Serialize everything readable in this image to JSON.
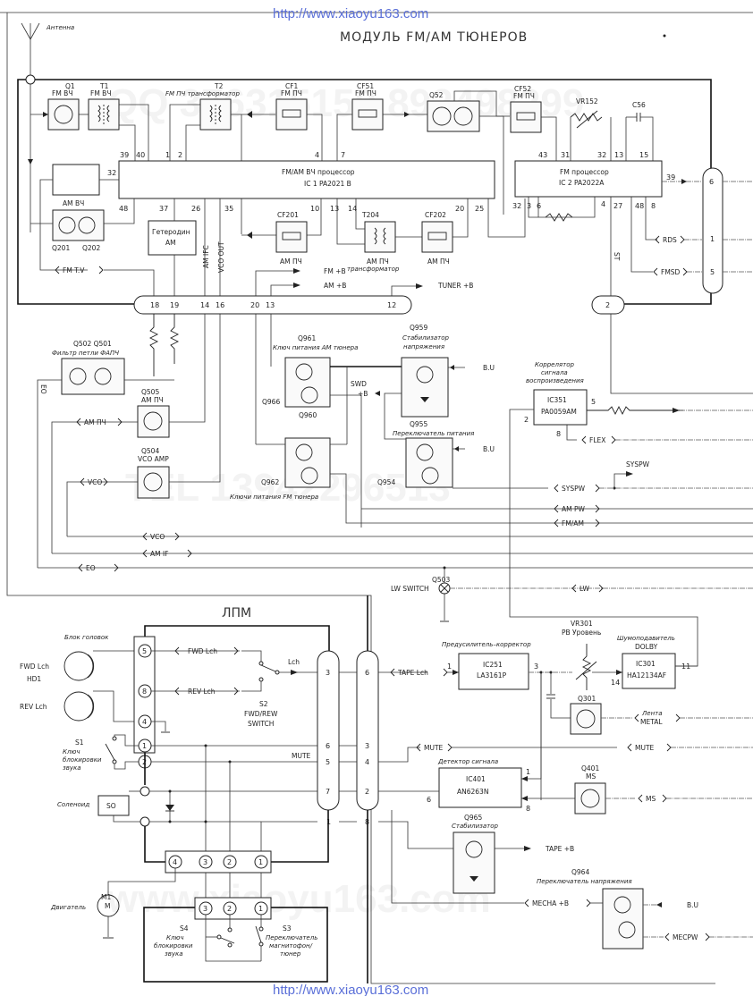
{
  "watermark": {
    "top_url": "http://www.xiaoyu163.com",
    "bottom_url": "http://www.xiaoyu163.com",
    "ghost_texts": [
      "QQ 376315150 892498299",
      "TEL 13942296513",
      "www.xiaoyu163.com"
    ]
  },
  "header": {
    "title": "МОДУЛЬ FM/AM ТЮНЕРОВ",
    "antenna_label": "Антенна"
  },
  "tuner": {
    "q1": {
      "ref": "Q1",
      "desc": "FM ВЧ"
    },
    "t1": {
      "ref": "T1",
      "desc": "FM ВЧ"
    },
    "t2": {
      "ref": "T2",
      "desc": "FM ПЧ трансформатор"
    },
    "cf1": {
      "ref": "CF1",
      "desc": "FM ПЧ"
    },
    "cf51": {
      "ref": "CF51",
      "desc": "FM ПЧ"
    },
    "q52": {
      "ref": "Q52"
    },
    "cf52": {
      "ref": "CF52",
      "desc": "FM ПЧ"
    },
    "vr152": {
      "ref": "VR152"
    },
    "c56": {
      "ref": "C56"
    },
    "ic1": {
      "name": "FM/AM ВЧ процессор",
      "part": "IC 1   PA2021 B",
      "pins_top": [
        "39",
        "40",
        "1",
        "2",
        "4",
        "7"
      ],
      "pins_left": [
        "32",
        "48"
      ],
      "pins_bottom": [
        "37",
        "26",
        "35",
        "10",
        "13",
        "14",
        "20",
        "25"
      ]
    },
    "ic2": {
      "name": "FM процессор",
      "part": "IC 2   PA2022A",
      "pins_top": [
        "43",
        "31",
        "32",
        "13",
        "15"
      ],
      "pins_right": [
        "39"
      ],
      "pins_bottom": [
        "32",
        "3",
        "6",
        "4",
        "27",
        "48",
        "8"
      ]
    },
    "am_rf": {
      "desc": "AM  ВЧ"
    },
    "q201": {
      "ref": "Q201"
    },
    "q202": {
      "ref": "Q202"
    },
    "am_osc": {
      "line1": "Гетеродин",
      "line2": "AM"
    },
    "cf201": {
      "ref": "CF201",
      "desc": "AM  ПЧ"
    },
    "t204": {
      "ref": "T204",
      "desc": "AM  ПЧ",
      "desc2": "трансформатор"
    },
    "cf202": {
      "ref": "CF202",
      "desc": "AM  ПЧ"
    },
    "signals": {
      "am_ifc": "AM IFC",
      "vco_out": "VCO OUT",
      "fm_tv": "FM T.V",
      "fm_b": "FM  +B",
      "am_b": "AM  +B",
      "tuner_b": "TUNER  +B",
      "st": "ST",
      "rds": "RDS",
      "fmsd": "FMSD"
    },
    "connector_main_pins": [
      "18",
      "19",
      "14",
      "16",
      "20",
      "13",
      "12"
    ],
    "connector_mid_pin": "2",
    "connector_right_pins": [
      "6",
      "1",
      "5"
    ]
  },
  "power": {
    "q502_q501": {
      "ref": "Q502  Q501",
      "desc": "Фильтр петли ФАПЧ"
    },
    "q505": {
      "ref": "Q505",
      "desc": "AM  ПЧ"
    },
    "q504": {
      "ref": "Q504",
      "desc": "VCO  AMP"
    },
    "q961": {
      "ref": "Q961",
      "desc": "Ключ питания AM тюнера"
    },
    "q966": {
      "ref": "Q966"
    },
    "q960": {
      "ref": "Q960"
    },
    "q962": {
      "ref": "Q962",
      "desc": "Ключи питания FM тюнера"
    },
    "q959": {
      "ref": "Q959",
      "desc1": "Стабилизатор",
      "desc2": "напряжения"
    },
    "q955": {
      "ref": "Q955",
      "desc": "Переключатель питания"
    },
    "q954": {
      "ref": "Q954"
    },
    "swd": {
      "line1": "SWD",
      "line2": "+B"
    },
    "bu_1": "B.U",
    "bu_2": "B.U",
    "ic351": {
      "ref": "IC351",
      "part": "PA0059AM",
      "desc1": "Коррелятор",
      "desc2": "сигнала",
      "desc3": "воспроизведения",
      "pin_in": "2",
      "pin_out": "5",
      "pin_flex": "8"
    },
    "q503": {
      "ref": "Q503",
      "desc": "LW SWITCH"
    },
    "signals": {
      "eo_vert": "EO",
      "am_pch": "AM  ПЧ",
      "vco_small": "VCO",
      "flex": "FLEX",
      "syspw_top": "SYSPW",
      "syspw": "SYSPW",
      "am_pw": "AM  PW",
      "fm_am": "FM/AM",
      "vco": "VCO",
      "am_if": "AM  IF",
      "eo": "EO",
      "lw": "LW"
    }
  },
  "lpm": {
    "title": "ЛПМ",
    "head_block": "Блок головок",
    "hd1": "HD1",
    "fwd_lch_in": "FWD  Lch",
    "rev_lch_in": "REV  Lch",
    "fwd_lch": "FWD  Lch",
    "rev_lch": "REV  Lch",
    "lch": "Lch",
    "s2": {
      "ref": "S2",
      "line1": "FWD/REW",
      "line2": "SWITCH"
    },
    "s1": {
      "ref": "S1",
      "line1": "Ключ",
      "line2": "блокировки",
      "line3": "звука"
    },
    "solenoid": {
      "label": "Соленоид",
      "ref": "SO"
    },
    "mute": "MUTE",
    "head_pins": [
      "5",
      "8",
      "4",
      "1",
      "2"
    ],
    "bottom_pins": [
      "4",
      "3",
      "2",
      "1"
    ],
    "switch_pins": [
      "3",
      "2",
      "1"
    ],
    "m1": {
      "ref": "M1",
      "desc": "Двигатель",
      "symbol": "M"
    },
    "s4": {
      "ref": "S4",
      "line1": "Ключ",
      "line2": "блокировки",
      "line3": "звука"
    },
    "s3": {
      "ref": "S3",
      "line1": "Переключатель",
      "line2": "магнитофон/",
      "line3": "тюнер"
    },
    "conn_a_pins": [
      "3",
      "6",
      "5",
      "7",
      "1"
    ],
    "conn_b_pins": [
      "6",
      "3",
      "4",
      "2",
      "8"
    ]
  },
  "audio": {
    "ic251": {
      "ref": "IC251",
      "part": "LA3161P",
      "desc": "Предусилитель–корректор",
      "pin_in": "1",
      "pin_out": "3"
    },
    "vr301": {
      "ref": "VR301",
      "desc": "PB  Уровень"
    },
    "ic301": {
      "ref": "IC301",
      "part": "HA12134AF",
      "desc1": "Шумоподавитель",
      "desc2": "DOLBY",
      "pin_in": "14",
      "pin_out": "11"
    },
    "q301": {
      "ref": "Q301"
    },
    "ic401": {
      "ref": "IC401",
      "part": "AN6263N",
      "desc": "Детектор сигнала",
      "pin1": "1",
      "pin6": "6",
      "pin8": "8"
    },
    "q401": {
      "ref": "Q401",
      "desc": "MS"
    },
    "q965": {
      "ref": "Q965",
      "desc": "Стабилизатор"
    },
    "q964": {
      "ref": "Q964",
      "desc": "Переключатель напряжения"
    },
    "signals": {
      "tape_lch": "TAPE  Lch",
      "metal_1": "Лента",
      "metal_2": "METAL",
      "mute_l": "MUTE",
      "mute_r": "MUTE",
      "ms": "MS",
      "tape_b": "TAPE  +B",
      "mecha_b": "MECHA  +B",
      "bu": "B.U",
      "mecpw": "MECPW"
    }
  }
}
